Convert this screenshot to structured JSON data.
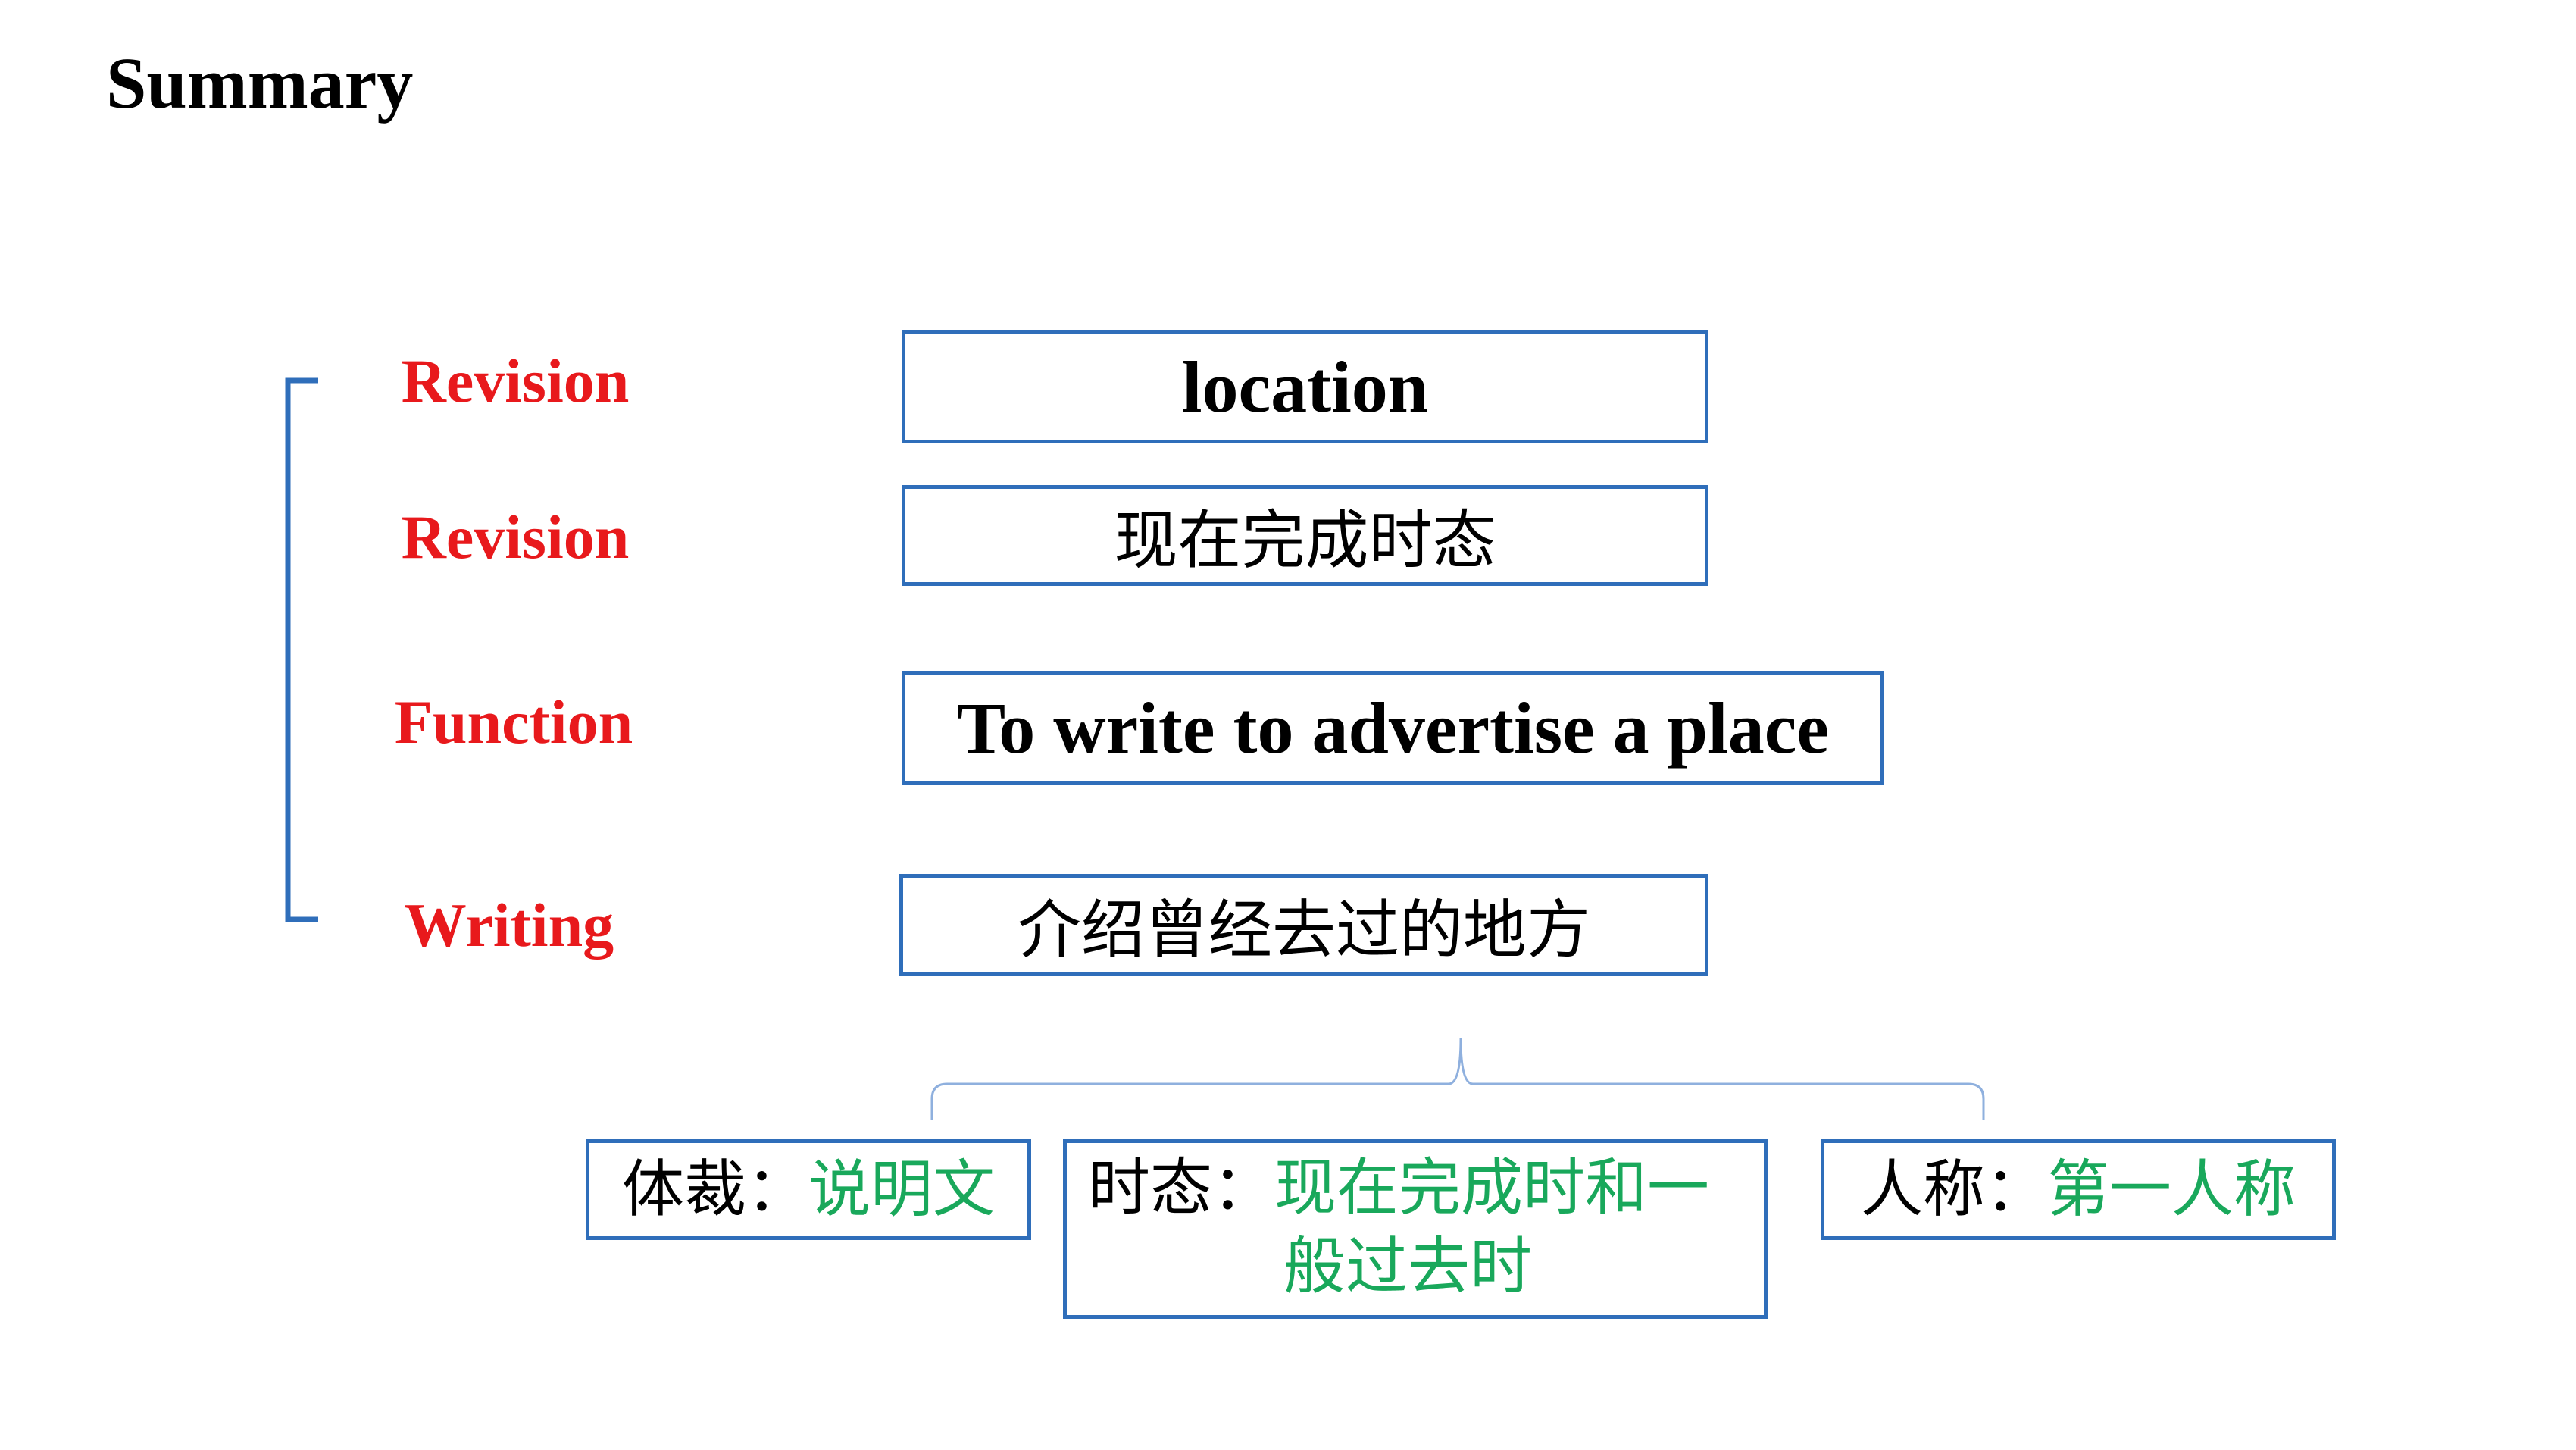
{
  "title": "Summary",
  "rows": [
    {
      "label": "Revision",
      "content": "location"
    },
    {
      "label": "Revision",
      "content": "现在完成时态"
    },
    {
      "label": "Function",
      "content": "To write to advertise a place"
    },
    {
      "label": "Writing",
      "content": "介绍曾经去过的地方"
    }
  ],
  "details": [
    {
      "key": "体裁：",
      "value": "说明文"
    },
    {
      "key": "时态：",
      "value_line1": "现在完成时和一",
      "value_line2": "般过去时"
    },
    {
      "key": "人称：",
      "value": "第一人称"
    }
  ],
  "colors": {
    "label": "#E8191C",
    "border": "#2F6EBA",
    "accent_value": "#19A85B",
    "connector": "#8FB0DE"
  }
}
